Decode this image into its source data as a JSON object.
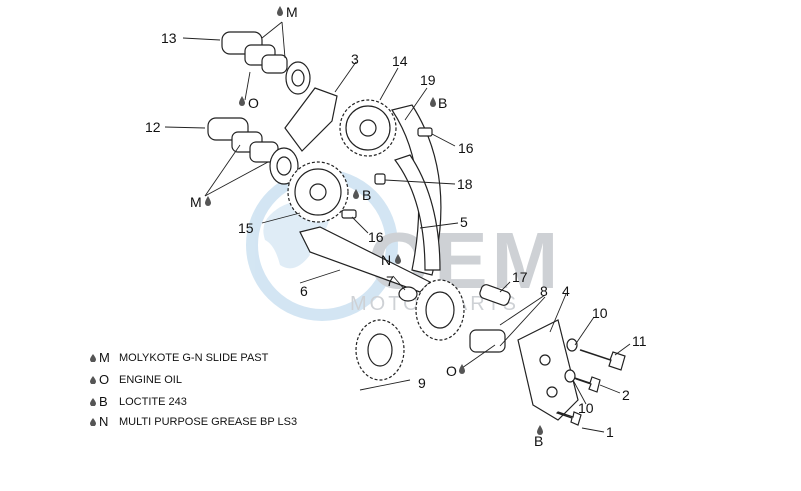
{
  "watermark": {
    "brand": "OEM",
    "sub": "MOTORPARTS",
    "color": "#cfe3f2"
  },
  "part_labels": [
    "1",
    "2",
    "3",
    "4",
    "5",
    "6",
    "7",
    "8",
    "9",
    "10",
    "10",
    "11",
    "12",
    "13",
    "14",
    "15",
    "16",
    "16",
    "17",
    "18",
    "19"
  ],
  "lube_marks": {
    "m_top": "M",
    "o_top": "O",
    "m_left": "M",
    "b_right": "B",
    "b_mid": "B",
    "n_mid": "N",
    "o_bottom": "O",
    "b_bottom": "B"
  },
  "legend": [
    {
      "symbol": "M",
      "text": "MOLYKOTE G-N SLIDE PAST"
    },
    {
      "symbol": "O",
      "text": "ENGINE OIL"
    },
    {
      "symbol": "B",
      "text": "LOCTITE 243"
    },
    {
      "symbol": "N",
      "text": "MULTI PURPOSE GREASE BP LS3"
    }
  ]
}
